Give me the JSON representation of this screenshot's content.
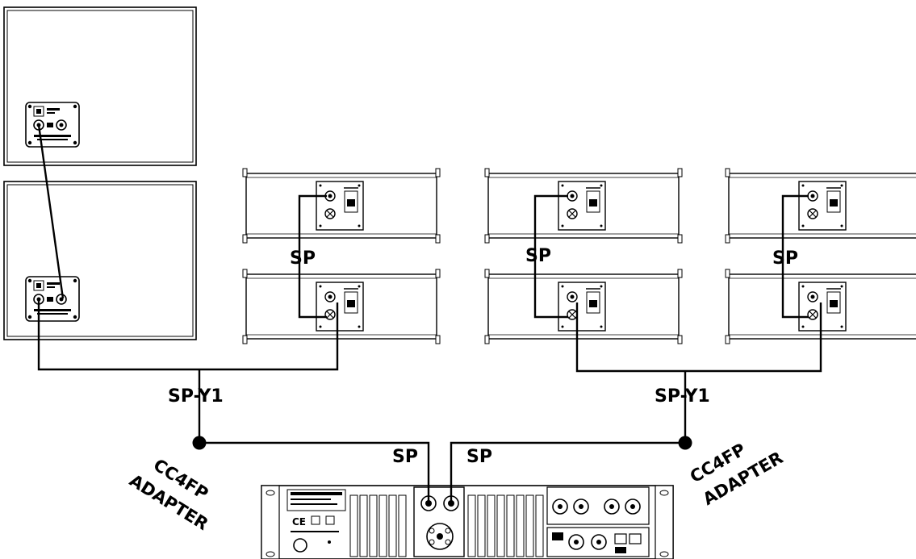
{
  "labels": {
    "sp": "SP",
    "sp_y1": "SP-Y1",
    "adapter_line1": "CC4FP",
    "adapter_line2": "ADAPTER"
  },
  "components": {
    "subwoofers": 2,
    "line_array_columns": 3,
    "line_array_rows": 2,
    "amplifier": 1
  },
  "colors": {
    "line": "#000000",
    "background": "#ffffff"
  }
}
